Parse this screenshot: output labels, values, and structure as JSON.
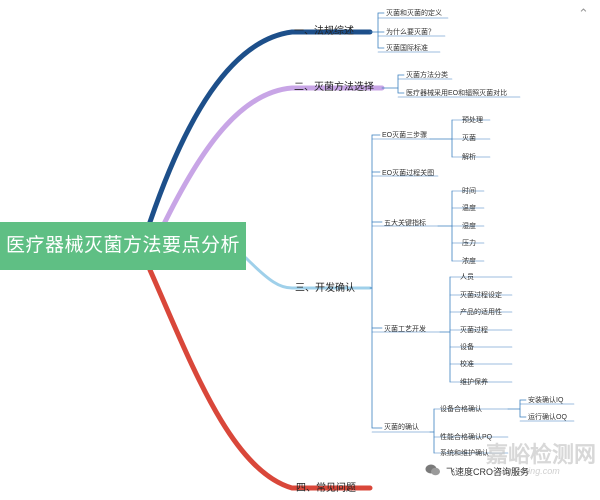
{
  "title": "医疗器械灭菌方法要点分析",
  "colors": {
    "root": "#5fbf84",
    "b1": "#1d4f8a",
    "b2": "#c8a5e6",
    "b3": "#9fd0ea",
    "b4": "#d9473a",
    "thin": "#3a7fbf"
  },
  "branches": [
    {
      "label": "一、法规综述",
      "leaves": [
        "灭菌和灭菌的定义",
        "为什么要灭菌？",
        "灭菌国际标准"
      ]
    },
    {
      "label": "二、灭菌方法选择",
      "leaves": [
        "灭菌方法分类",
        "医疗器械采用EO和辐照灭菌对比"
      ]
    },
    {
      "label": "三、开发确认",
      "groups": [
        {
          "label": "EO灭菌三步骤",
          "leaves": [
            "预处理",
            "灭菌",
            "解析"
          ]
        },
        {
          "label": "EO灭菌过程关图",
          "leaves": []
        },
        {
          "label": "五大关键指标",
          "leaves": [
            "时间",
            "温度",
            "湿度",
            "压力",
            "浓度"
          ]
        },
        {
          "label": "灭菌工艺开发",
          "leaves": [
            "人员",
            "灭菌过程设定",
            "产品的适用性",
            "灭菌过程",
            "设备",
            "校准",
            "维护保养"
          ]
        },
        {
          "label": "灭菌的确认",
          "leaves": [
            "设备合格确认",
            "性能合格确认PQ",
            "系统和维护确认"
          ],
          "sub": [
            "安装确认IQ",
            "运行确认OQ"
          ]
        }
      ]
    },
    {
      "label": "四、常见问题",
      "leaves": []
    }
  ],
  "watermark": {
    "logo": "嘉峪检测网",
    "sub": "AnyTesting.com",
    "account": "飞速度CRO咨询服务"
  }
}
